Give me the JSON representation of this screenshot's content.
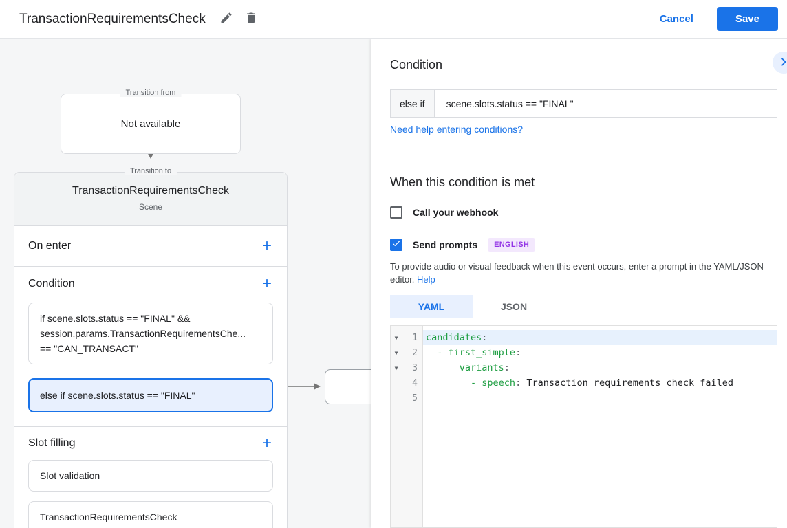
{
  "header": {
    "title": "TransactionRequirementsCheck",
    "cancel_label": "Cancel",
    "save_label": "Save"
  },
  "colors": {
    "accent_blue": "#1a73e8",
    "selected_bg": "#e8f0fe",
    "badge_purple": "#9334e6",
    "code_key_green": "#1e9e42"
  },
  "canvas": {
    "transition_from": {
      "label": "Transition from",
      "content": "Not available"
    },
    "scene_card": {
      "label": "Transition to",
      "title": "TransactionRequirementsCheck",
      "subtitle": "Scene",
      "on_enter": {
        "label": "On enter"
      },
      "condition": {
        "label": "Condition",
        "items": [
          {
            "lines": [
              "if scene.slots.status == \"FINAL\" &&",
              "session.params.TransactionRequirementsChe...",
              "== \"CAN_TRANSACT\""
            ],
            "selected": false
          },
          {
            "lines": [
              "else if scene.slots.status == \"FINAL\""
            ],
            "selected": true
          }
        ]
      },
      "slot_filling": {
        "label": "Slot filling",
        "items": [
          "Slot validation",
          "TransactionRequirementsCheck"
        ]
      }
    }
  },
  "panel": {
    "condition": {
      "heading": "Condition",
      "prefix": "else if",
      "expression": "scene.slots.status == \"FINAL\"",
      "help_link": "Need help entering conditions?"
    },
    "when_met": {
      "heading": "When this condition is met",
      "webhook_label": "Call your webhook",
      "prompts_label": "Send prompts",
      "language_badge": "ENGLISH",
      "description": "To provide audio or visual feedback when this event occurs, enter a prompt in the YAML/JSON editor.",
      "help_label": "Help",
      "tabs": [
        {
          "label": "YAML"
        },
        {
          "label": "JSON"
        }
      ],
      "editor": {
        "lines": [
          {
            "num": "1",
            "segments": {
              "0": {
                "text": "candidates"
              },
              "1": {
                "text": ":"
              }
            }
          },
          {
            "num": "2",
            "segments": {
              "0": {
                "text": "  "
              },
              "1": {
                "text": "- first_simple"
              },
              "2": {
                "text": ":"
              }
            }
          },
          {
            "num": "3",
            "segments": {
              "0": {
                "text": "      "
              },
              "1": {
                "text": "variants"
              },
              "2": {
                "text": ":"
              }
            }
          },
          {
            "num": "4",
            "segments": {
              "0": {
                "text": "        "
              },
              "1": {
                "text": "- speech"
              },
              "2": {
                "text": ":"
              },
              "3": {
                "text": " Transaction requirements check failed"
              }
            }
          },
          {
            "num": "5"
          }
        ]
      }
    }
  }
}
